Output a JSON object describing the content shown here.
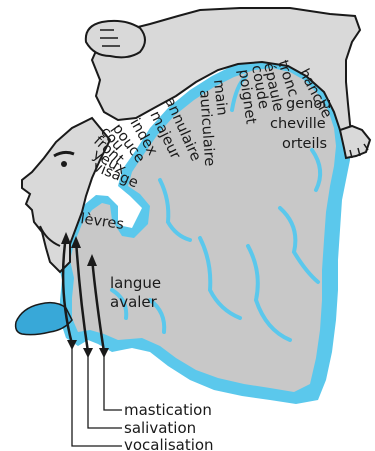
{
  "colors": {
    "cortex": "#5bc8ec",
    "brain_fill": "#c8c8c8",
    "homunculus_fill": "#d9d9d9",
    "outline": "#1a1a1a",
    "tongue": "#38a8d8",
    "text": "#1a1a1a"
  },
  "body_part_labels": {
    "hanche": "hanche",
    "tronc": "tronc",
    "epaule": "épaule",
    "coude": "coude",
    "poignet": "poignet",
    "genou": "genou",
    "cheville": "cheville",
    "orteils": "orteils",
    "main": "main",
    "auriculaire": "auriculaire",
    "annulaire": "annulaire",
    "majeur": "majeur",
    "index": "index",
    "pouce": "pouce",
    "cou": "cou",
    "front": "front",
    "yeux": "yeux",
    "visage": "visage",
    "levres": "lèvres",
    "langue": "langue",
    "avaler": "avaler"
  },
  "function_labels": {
    "mastication": "mastication",
    "salivation": "salivation",
    "vocalisation": "vocalisation"
  }
}
